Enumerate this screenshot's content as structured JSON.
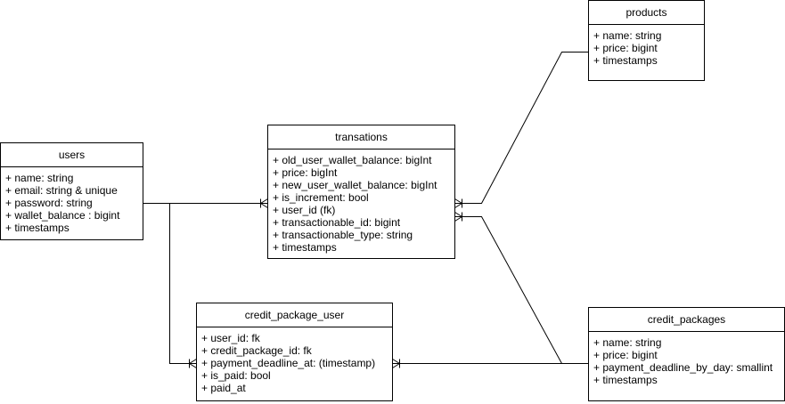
{
  "diagram": {
    "entities": {
      "users": {
        "name": "users",
        "fields": [
          "+ name: string",
          "+ email: string & unique",
          "+ password: string",
          "+ wallet_balance : bigint",
          "+ timestamps"
        ]
      },
      "transations": {
        "name": "transations",
        "fields": [
          "+ old_user_wallet_balance: bigInt",
          "+ price: bigInt",
          "+ new_user_wallet_balance: bigInt",
          "+ is_increment: bool",
          "+ user_id (fk)",
          "+ transactionable_id: bigint",
          "+ transactionable_type: string",
          "+ timestamps"
        ]
      },
      "products": {
        "name": "products",
        "fields": [
          "+ name: string",
          "+ price: bigint",
          "+ timestamps"
        ]
      },
      "credit_package_user": {
        "name": "credit_package_user",
        "fields": [
          "+ user_id: fk",
          "+ credit_package_id: fk",
          "+ payment_deadline_at: (timestamp)",
          "+ is_paid: bool",
          "+ paid_at"
        ]
      },
      "credit_packages": {
        "name": "credit_packages",
        "fields": [
          "+ name: string",
          "+ price: bigint",
          "+ payment_deadline_by_day: smallint",
          "+ timestamps"
        ]
      }
    },
    "relationships": [
      {
        "from": "users",
        "to": "transations",
        "end": "crow-foot"
      },
      {
        "from": "users",
        "to": "credit_package_user",
        "end": "crow-foot"
      },
      {
        "from": "products",
        "to": "transations",
        "end": "crow-foot"
      },
      {
        "from": "credit_packages",
        "to": "transations",
        "end": "crow-foot"
      },
      {
        "from": "credit_packages",
        "to": "credit_package_user",
        "end": "crow-foot"
      }
    ]
  }
}
